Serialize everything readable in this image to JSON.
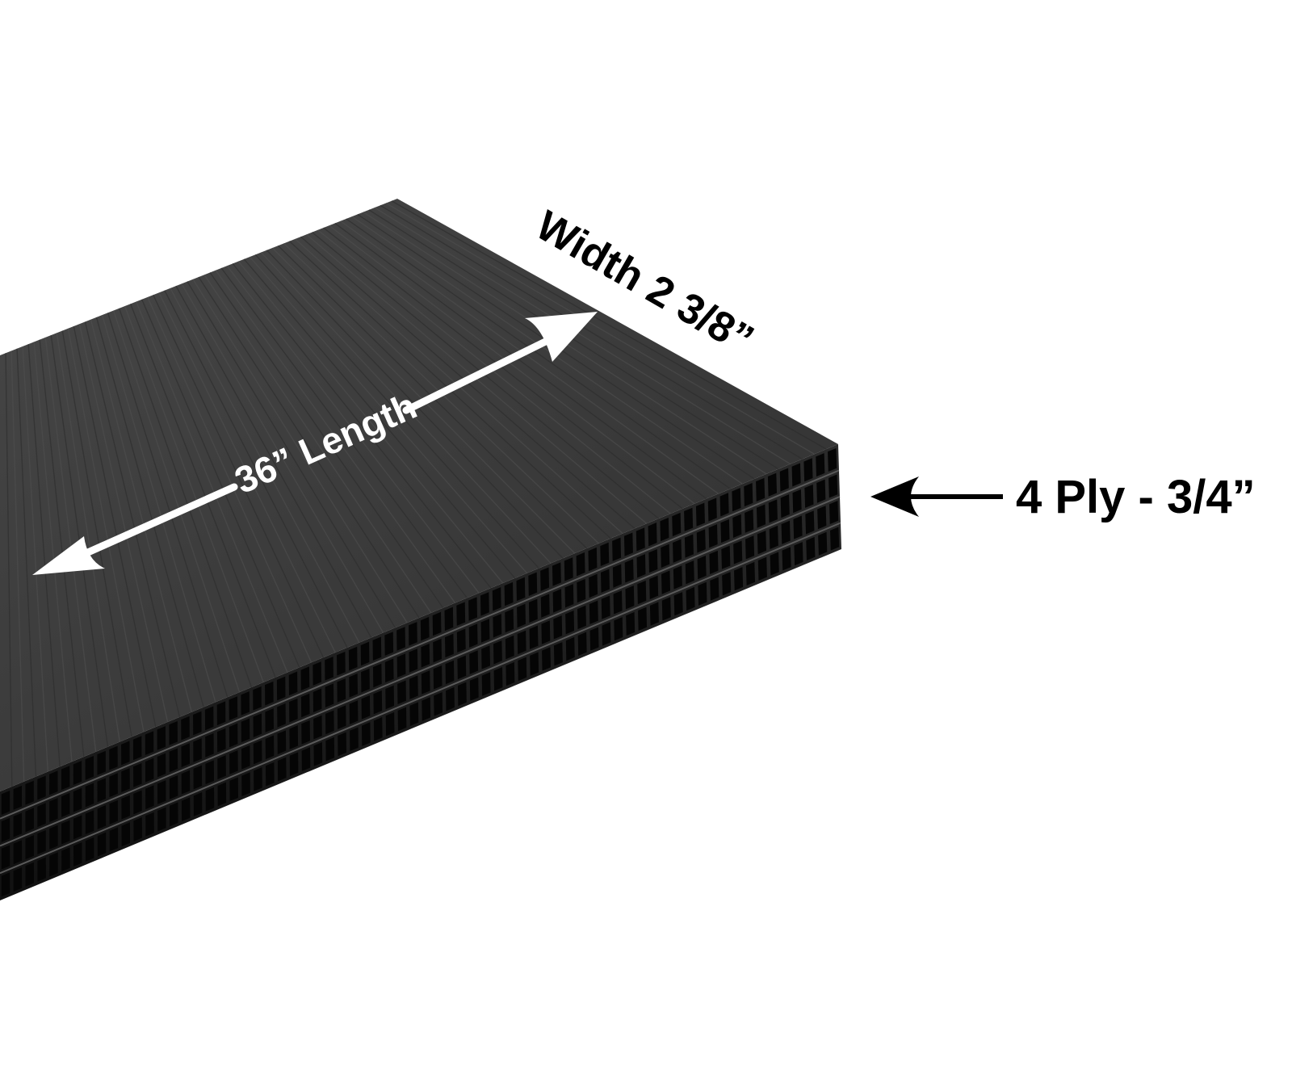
{
  "labels": {
    "length": "36” Length",
    "width": "Width 2 3/8”",
    "ply": "4 Ply - 3/4”"
  },
  "colors": {
    "background": "#ffffff",
    "board_top": "#3a3a3a",
    "board_edge": "#1c1c1c",
    "flute_cell": "#050505",
    "annotation_light": "#ffffff",
    "annotation_dark": "#000000"
  }
}
